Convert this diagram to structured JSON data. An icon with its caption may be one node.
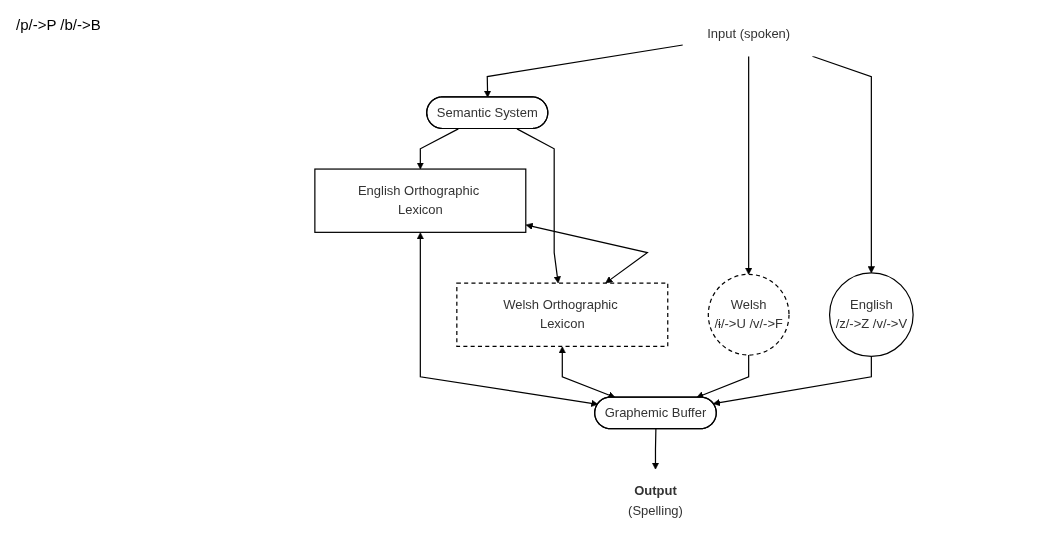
{
  "diagram": {
    "nodes": [
      {
        "text": [
          "Input (spoken)"
        ]
      },
      {
        "text": [
          "English",
          "/z/->Z /v/->V"
        ]
      },
      {
        "text": [
          "Welsh",
          "/ɨ/->U /v/->F"
        ]
      },
      {
        "text": [
          "Semantic System"
        ]
      },
      {
        "text": [
          "English Orthographic Lexicon"
        ]
      },
      {
        "text": [
          "Welsh Orthographic Lexicon"
        ]
      },
      {
        "text": [
          "Graphemic Buffer"
        ]
      },
      {
        "text": [
          "Output",
          "(Spelling)"
        ]
      }
    ],
    "edges": [
      {
        "from": 0,
        "to": 1,
        "arrow": "to"
      },
      {
        "from": 0,
        "to": 2,
        "arrow": "to"
      },
      {
        "from": 0,
        "to": 3,
        "arrow": "to"
      },
      {
        "from": 3,
        "to": 4,
        "arrow": "to"
      },
      {
        "from": 3,
        "to": 5,
        "arrow": "to"
      },
      {
        "from": 4,
        "to": 5,
        "arrow": "both"
      },
      {
        "from": 4,
        "to": 6,
        "arrow": "both"
      },
      {
        "from": 5,
        "to": 6,
        "arrow": "both"
      },
      {
        "from": 2,
        "to": 6,
        "arrow": "to"
      },
      {
        "from": 1,
        "to": 6,
        "arrow": "to"
      },
      {
        "from": 6,
        "to": 7,
        "arrow": "to"
      }
    ],
    "labels": [
      "/p/->P /b/->B"
    ]
  }
}
